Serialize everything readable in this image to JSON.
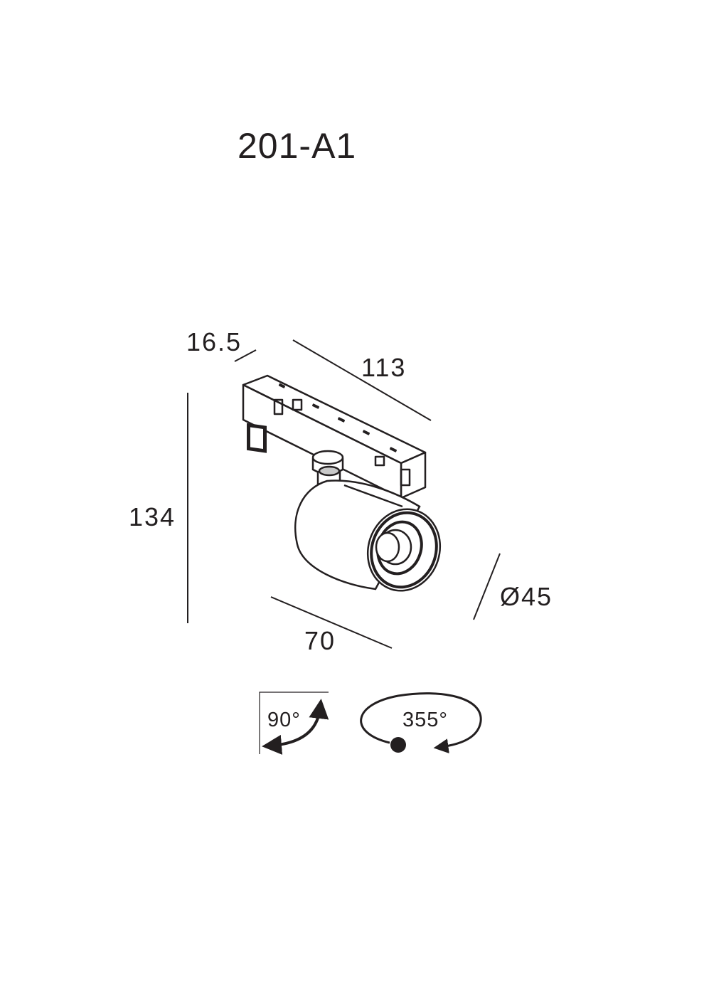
{
  "title": "201-A1",
  "dimensions": {
    "depth": "16.5",
    "length": "113",
    "height": "134",
    "diameter": "Ø45",
    "width": "70"
  },
  "rotation": {
    "tilt": "90°",
    "pan": "355°"
  },
  "line_color": "#231f20"
}
